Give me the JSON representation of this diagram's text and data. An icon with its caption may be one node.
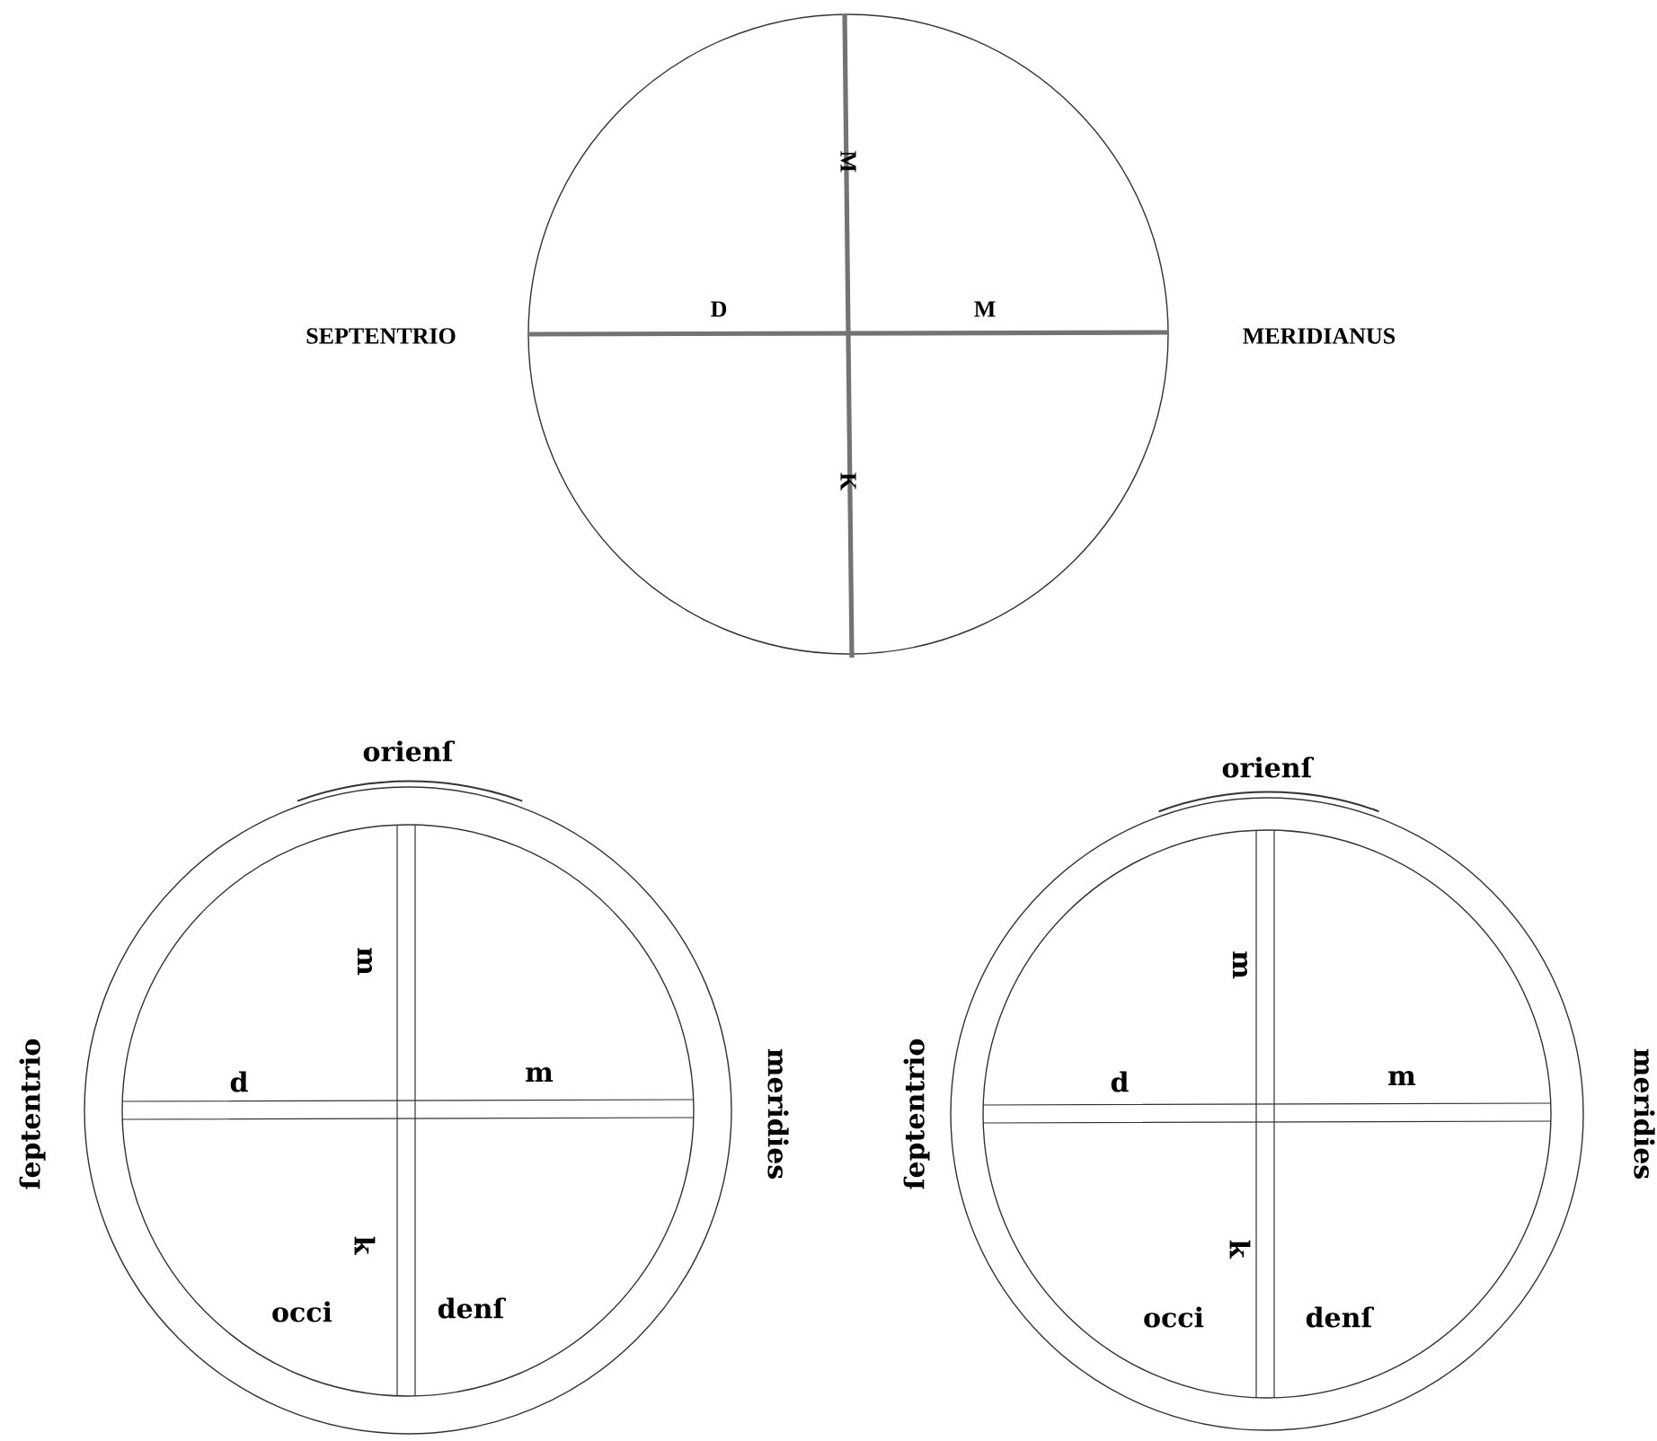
{
  "diagram": {
    "nodes": [
      {
        "text": [
          "M",
          "D",
          "M",
          "K"
        ],
        "beside": [
          "SEPTENTRIO",
          "MERIDIANUS"
        ]
      },
      {
        "text": [
          "m",
          "d",
          "m",
          "k",
          "occi",
          "denſ"
        ],
        "beside": [
          "orienſ",
          "ſeptentrio",
          "meridies"
        ]
      },
      {
        "text": [
          "m",
          "d",
          "m",
          "k",
          "occi",
          "denſ"
        ],
        "beside": [
          "orienſ",
          "ſeptentrio",
          "meridies"
        ]
      }
    ]
  }
}
